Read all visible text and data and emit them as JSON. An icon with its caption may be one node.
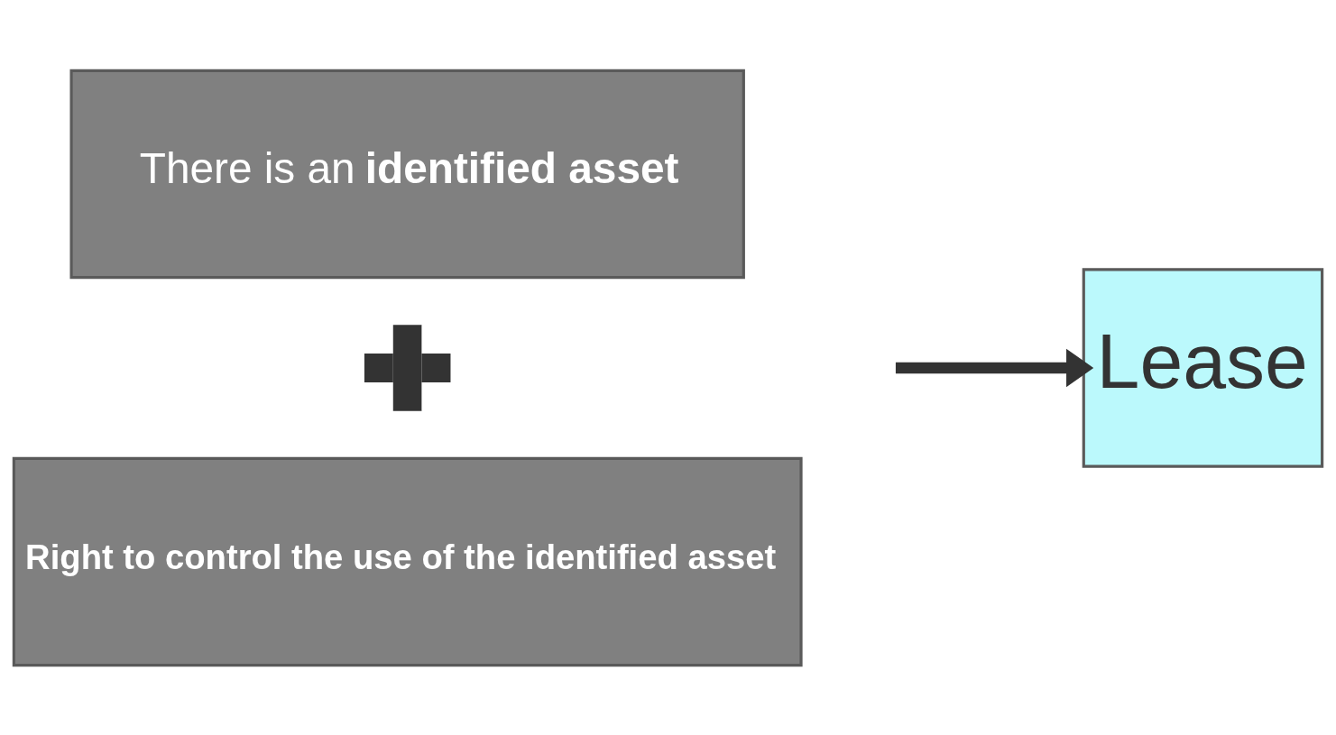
{
  "diagram": {
    "nodes": [
      {
        "text": [
          "There is an **identified asset**"
        ]
      },
      {
        "text": [],
        "shape": "plus"
      },
      {
        "text": [
          "Right to control the use of the identified asset"
        ]
      },
      {
        "text": [
          "Lease"
        ]
      }
    ],
    "edges": [
      {
        "from": null,
        "to": 3,
        "arrow": "to"
      }
    ]
  }
}
